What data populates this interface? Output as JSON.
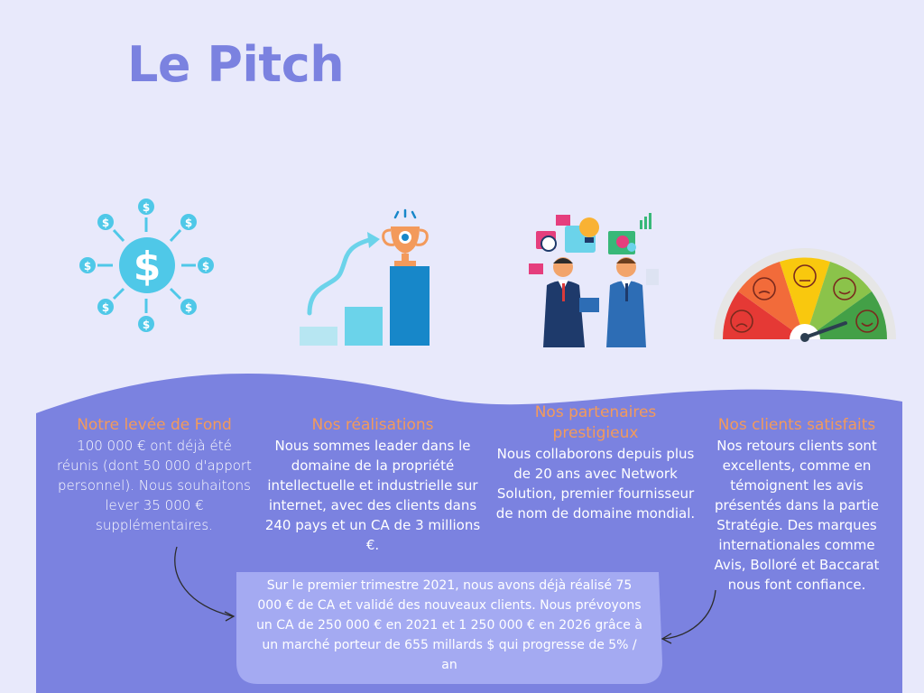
{
  "title": "Le Pitch",
  "colors": {
    "background": "#E8E9FB",
    "title": "#7B82E0",
    "band": "#7B82E0",
    "heading": "#F39A5B",
    "text": "#FFFFFF",
    "summary_box": "#A4AAF2"
  },
  "illustrations": [
    {
      "name": "fundraising-dollar-icon"
    },
    {
      "name": "growth-trophy-icon"
    },
    {
      "name": "partners-handshake-icon"
    },
    {
      "name": "satisfaction-gauge-icon"
    }
  ],
  "sections": [
    {
      "heading": "Notre levée de Fond",
      "text": "100 000 € ont déjà été réunis (dont 50 000 d'apport personnel). Nous souhaitons lever 35 000 € supplémentaires."
    },
    {
      "heading": "Nos réalisations",
      "text": "Nous sommes leader dans le domaine de la propriété intellectuelle et industrielle sur internet, avec des clients dans 240 pays et un CA de 3 millions €."
    },
    {
      "heading": "Nos partenaires prestigieux",
      "text": "Nous collaborons depuis plus de 20 ans avec Network Solution, premier fournisseur de nom de domaine mondial."
    },
    {
      "heading": "Nos clients satisfaits",
      "text": "Nos retours clients sont excellents, comme en témoignent les avis présentés dans la partie Stratégie. Des marques internationales comme Avis, Bolloré et Baccarat nous font confiance."
    }
  ],
  "summary": "Sur le premier trimestre 2021, nous avons déjà réalisé 75 000 € de CA et validé des nouveaux clients. Nous prévoyons un CA de 250 000 € en 2021 et 1 250 000 € en 2026 grâce à un marché porteur de 655 millards $ qui progresse de 5% / an"
}
